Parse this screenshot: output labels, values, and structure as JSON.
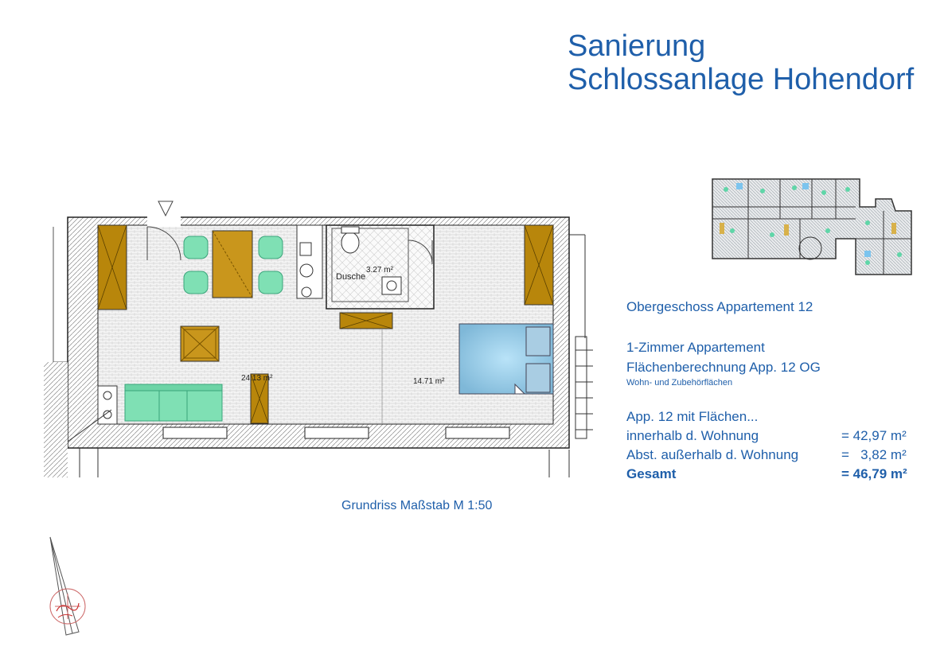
{
  "header": {
    "line1": "Sanierung",
    "line2": "Schlossanlage Hohendorf"
  },
  "info": {
    "floor": "Obergeschoss Appartement 12",
    "type": "1-Zimmer Appartement",
    "calc": "Flächenberechnung App. 12 OG",
    "subtitle": "Wohn- und Zubehörflächen",
    "intro": "App. 12 mit Flächen...",
    "rows": [
      {
        "label": "innerhalb d. Wohnung",
        "value": "= 42,97 m²"
      },
      {
        "label": "Abst. außerhalb d. Wohnung",
        "value": "=   3,82 m²"
      },
      {
        "label": "Gesamt",
        "value": "= 46,79 m²"
      }
    ]
  },
  "plan": {
    "caption": "Grundriss Maßstab M 1:50",
    "shower_label": "Dusche",
    "shower_area": "3.27 m²",
    "living_area": "24.13 m²",
    "bed_area": "14.71 m²"
  },
  "colors": {
    "title": "#1f5faa",
    "furniture": "#b8860b",
    "seats": "#7fe0b4",
    "bed": "#8ccbef"
  }
}
